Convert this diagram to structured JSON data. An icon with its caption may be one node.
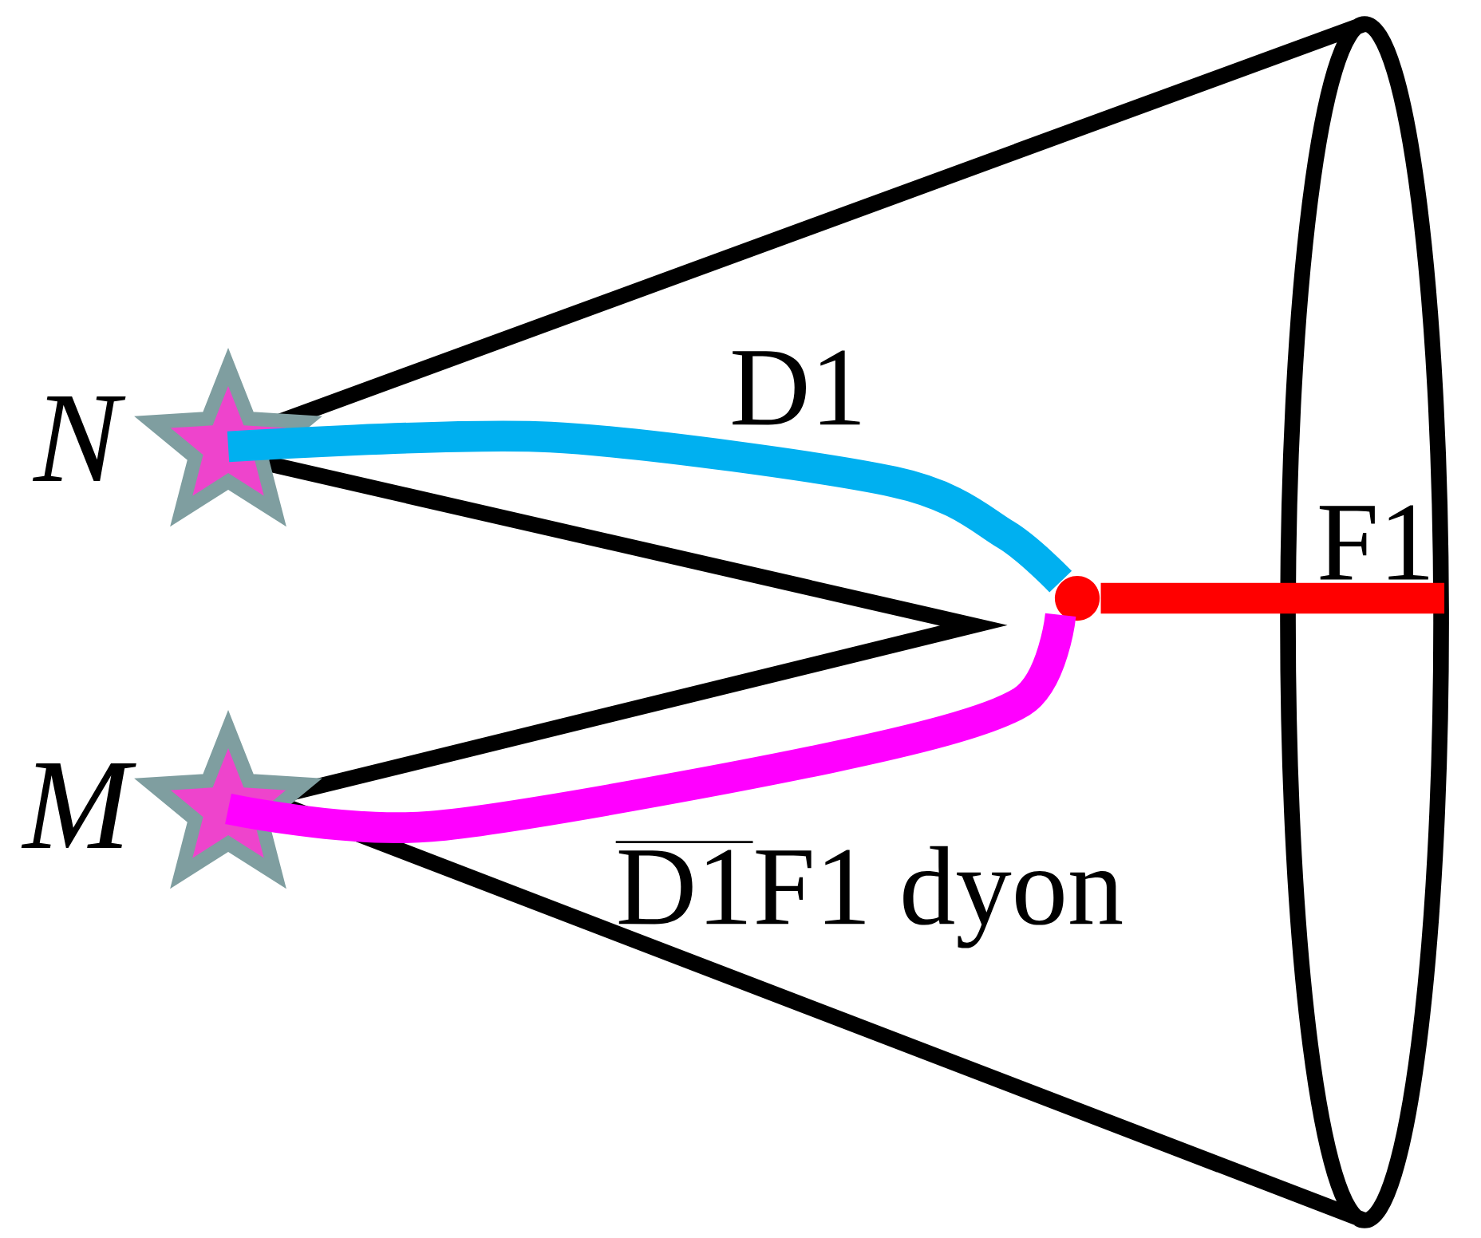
{
  "diagram": {
    "nodes": [
      {
        "text": [],
        "shape": "star",
        "beside": [
          "N"
        ]
      },
      {
        "text": [],
        "shape": "star",
        "beside": [
          "M"
        ]
      },
      {
        "text": [],
        "shape": "dot"
      }
    ],
    "edges": [
      {
        "from": 0,
        "to": 2,
        "arrow": "none",
        "label": "\\mathrm{D1}",
        "color": "#00b0f0"
      },
      {
        "from": 1,
        "to": 2,
        "arrow": "none",
        "label": "\\overline{\\mathrm{D1}}\\mathrm{F1\\ dyon}",
        "color": "#ff00ff"
      },
      {
        "from": 2,
        "to": null,
        "arrow": "none",
        "label": "\\mathrm{F1}",
        "color": "#ff0000"
      }
    ]
  }
}
